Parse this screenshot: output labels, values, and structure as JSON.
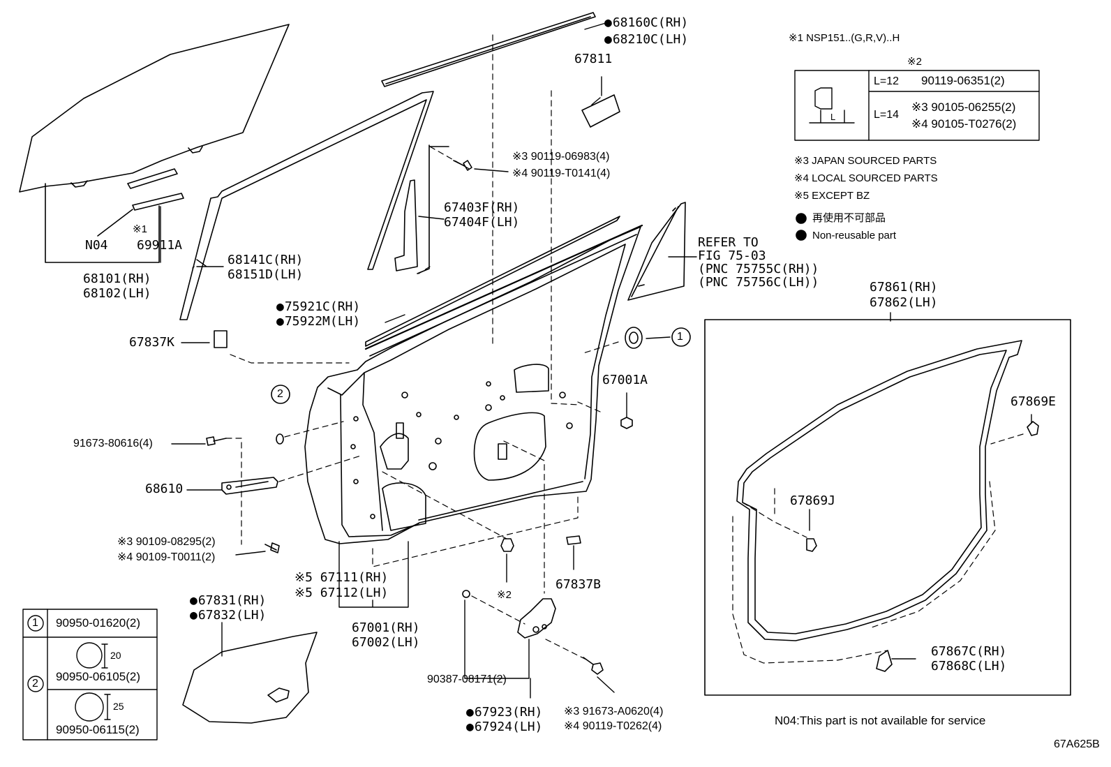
{
  "notes": {
    "n1": "※1 NSP151..(G,R,V)..H",
    "n2_header": "※2",
    "n2_l12": "L=12",
    "n2_l12_part": "90119-06351(2)",
    "n2_l14": "L=14",
    "n2_l14_p3": "※3 90105-06255(2)",
    "n2_l14_p4": "※4 90105-T0276(2)",
    "n2_dim": "L",
    "n3": "※3 JAPAN SOURCED PARTS",
    "n4": "※4 LOCAL SOURCED PARTS",
    "n5": "※5 EXCEPT BZ",
    "legend_jp": "再使用不可部品",
    "legend_en": "Non-reusable part",
    "n04": "N04:This part is not available for service",
    "figure_code": "67A625B"
  },
  "parts": {
    "p68160C": "68160C(RH)",
    "p68210C": "68210C(LH)",
    "p67811": "67811",
    "p90119_06983": "※3 90119-06983(4)",
    "p90119_T0141": "※4 90119-T0141(4)",
    "p67403F": "67403F(RH)",
    "p67404F": "67404F(LH)",
    "refer1": "REFER TO",
    "refer2": "FIG 75-03",
    "refer3": "(PNC 75755C(RH))",
    "refer4": "(PNC 75756C(LH))",
    "pN04": "N04",
    "p69911A_note": "※1",
    "p69911A": "69911A",
    "p68101": "68101(RH)",
    "p68102": "68102(LH)",
    "p68141C": "68141C(RH)",
    "p68151D": "68151D(LH)",
    "p75921C": "75921C(RH)",
    "p75922M": "75922M(LH)",
    "p67837K": "67837K",
    "p67001A": "67001A",
    "p91673_80616": "91673-80616(4)",
    "p68610": "68610",
    "p90109_08295": "※3 90109-08295(2)",
    "p90109_T0011": "※4 90109-T0011(2)",
    "p67111": "※5 67111(RH)",
    "p67112": "※5 67112(LH)",
    "p67001": "67001(RH)",
    "p67002": "67002(LH)",
    "p67837B": "67837B",
    "p_note2_ref": "※2",
    "p67831": "67831(RH)",
    "p67832": "67832(LH)",
    "p90387": "90387-08171(2)",
    "p67923": "67923(RH)",
    "p67924": "67924(LH)",
    "p91673_A0620": "※3 91673-A0620(4)",
    "p90119_T0262": "※4 90119-T0262(4)",
    "p67861": "67861(RH)",
    "p67862": "67862(LH)",
    "p67869E": "67869E",
    "p67869J": "67869J",
    "p67867C": "67867C(RH)",
    "p67868C": "67868C(LH)",
    "callout1": "1",
    "callout2": "2"
  },
  "plug_table": {
    "row1_key": "1",
    "row1_part": "90950-01620(2)",
    "row2_key": "2",
    "row2a_dim": "20",
    "row2a_part": "90950-06105(2)",
    "row2b_dim": "25",
    "row2b_part": "90950-06115(2)"
  }
}
